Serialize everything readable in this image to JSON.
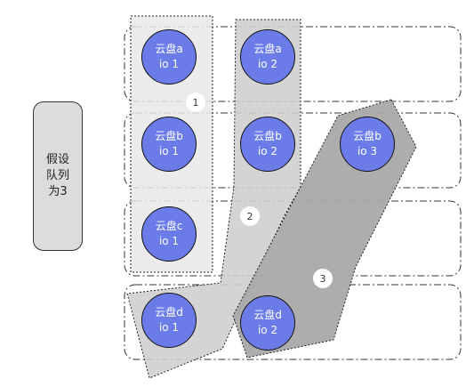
{
  "queue": {
    "line1": "假设",
    "line2": "队列",
    "line3": "为3"
  },
  "nodes": [
    {
      "disk": "云盘a",
      "io": "io 1"
    },
    {
      "disk": "云盘a",
      "io": "io 2"
    },
    {
      "disk": "云盘b",
      "io": "io 1"
    },
    {
      "disk": "云盘b",
      "io": "io 2"
    },
    {
      "disk": "云盘b",
      "io": "io 3"
    },
    {
      "disk": "云盘c",
      "io": "io 1"
    },
    {
      "disk": "云盘d",
      "io": "io 1"
    },
    {
      "disk": "云盘d",
      "io": "io 2"
    }
  ],
  "groups": [
    {
      "label": "1"
    },
    {
      "label": "2"
    },
    {
      "label": "3"
    }
  ],
  "colors": {
    "node_fill": "#6b7ce8",
    "group1_fill": "#e8e8e8",
    "group2_fill": "#cfcfcf",
    "group3_fill": "#a9a9a9"
  }
}
